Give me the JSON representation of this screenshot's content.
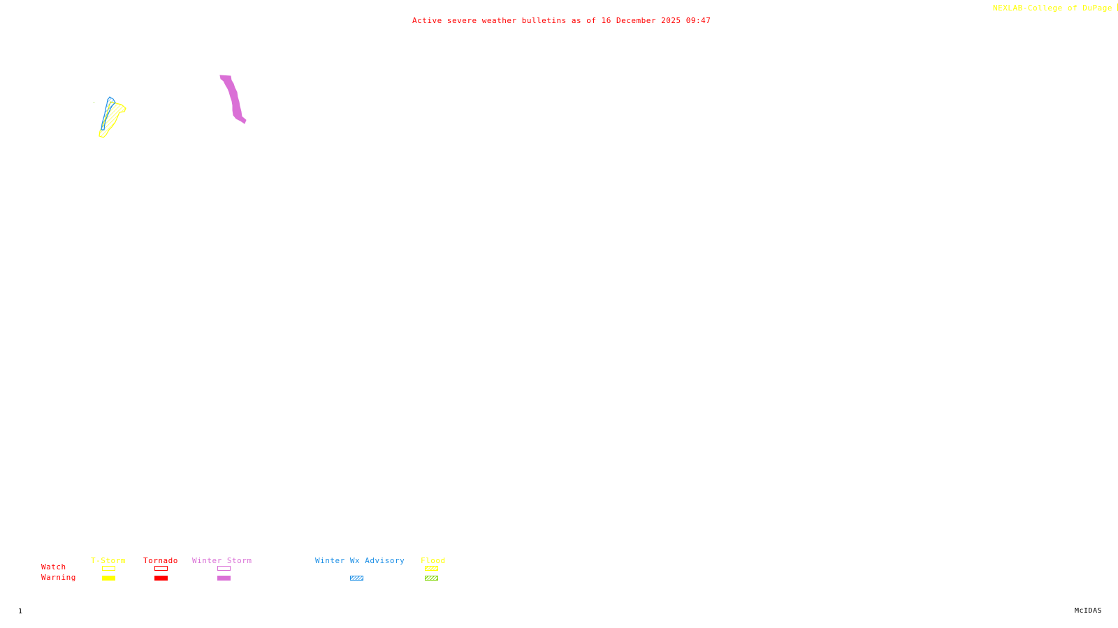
{
  "header": {
    "title": "Active severe weather bulletins as of 16 December 2025 09:47",
    "credit": "NEXLAB-College of DuPage",
    "credit_icon": "logo-mark-icon"
  },
  "legend": {
    "row_labels": {
      "watch": "Watch",
      "warning": "Warning"
    },
    "categories": [
      {
        "key": "tstorm",
        "label": "T-Storm",
        "color": "#ffff00",
        "watch_style": "outline",
        "warning_style": "filled",
        "warning_color": "#ffff00"
      },
      {
        "key": "tornado",
        "label": "Tornado",
        "color": "#ff0000",
        "watch_style": "outline",
        "warning_style": "filled",
        "warning_color": "#ff0000"
      },
      {
        "key": "winter_storm",
        "label": "Winter Storm",
        "color": "#da70d6",
        "watch_style": "outline",
        "warning_style": "filled",
        "warning_color": "#da70d6"
      },
      {
        "key": "winter_wx_advisory",
        "label": "Winter Wx Advisory",
        "color": "#1e90e6",
        "watch_style": "none",
        "warning_style": "hatched",
        "warning_color": "#1e90e6"
      },
      {
        "key": "flood",
        "label": "Flood",
        "color": "#ffff00",
        "watch_style": "hatched",
        "warning_style": "hatched",
        "warning_color": "#7fd400"
      }
    ]
  },
  "map": {
    "active_areas": [
      {
        "type": "Winter Wx Advisory",
        "color": "#1e90e6",
        "render": "hatched-outline"
      },
      {
        "type": "Flood Watch",
        "color": "#ffff00",
        "render": "hatched-outline"
      },
      {
        "type": "Winter Storm Warning",
        "color": "#da70d6",
        "render": "filled"
      }
    ]
  },
  "footer": {
    "frame_number": "1",
    "software": "McIDAS"
  }
}
